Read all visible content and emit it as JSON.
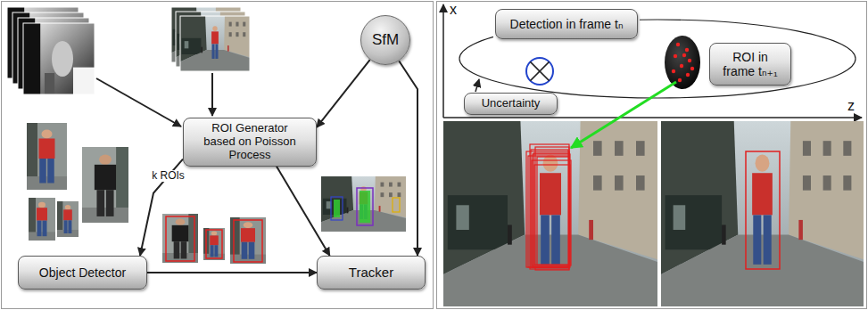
{
  "diagram": {
    "nodes": [
      {
        "text": [
          "SfM"
        ]
      },
      {
        "text": [
          "ROI Generator based on Poisson Process"
        ]
      },
      {
        "text": [
          "Object Detector"
        ]
      },
      {
        "text": [
          "Tracker"
        ]
      },
      {
        "text": [
          "Detection in frame tₙ"
        ]
      },
      {
        "text": [
          "ROI in frame tₙ₊₁"
        ]
      },
      {
        "text": [
          "Uncertainty"
        ]
      }
    ],
    "edges": [
      {
        "from": 0,
        "to": 1,
        "arrow": "to"
      },
      {
        "from": 0,
        "to": 3,
        "arrow": "to"
      },
      {
        "from": 1,
        "to": 2,
        "label": "k ROIs",
        "arrow": "to"
      },
      {
        "from": 1,
        "to": 3,
        "arrow": "to"
      },
      {
        "from": 2,
        "to": 3,
        "arrow": "to"
      }
    ],
    "labels": [
      "x",
      "z"
    ]
  }
}
